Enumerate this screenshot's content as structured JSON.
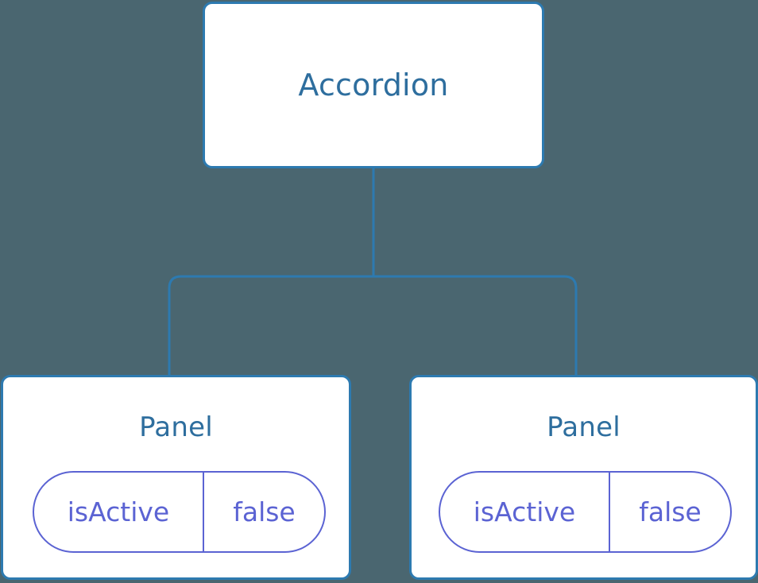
{
  "diagram": {
    "background_color": "#4a6670",
    "node_border_color": "#2d7ab0",
    "node_text_color": "#2e6e9e",
    "prop_color": "#5b63d3",
    "connector_color": "#2d7ab0",
    "root": {
      "label": "Accordion"
    },
    "children": [
      {
        "label": "Panel",
        "props": [
          {
            "key": "isActive",
            "value": "false"
          }
        ]
      },
      {
        "label": "Panel",
        "props": [
          {
            "key": "isActive",
            "value": "false"
          }
        ]
      }
    ]
  }
}
